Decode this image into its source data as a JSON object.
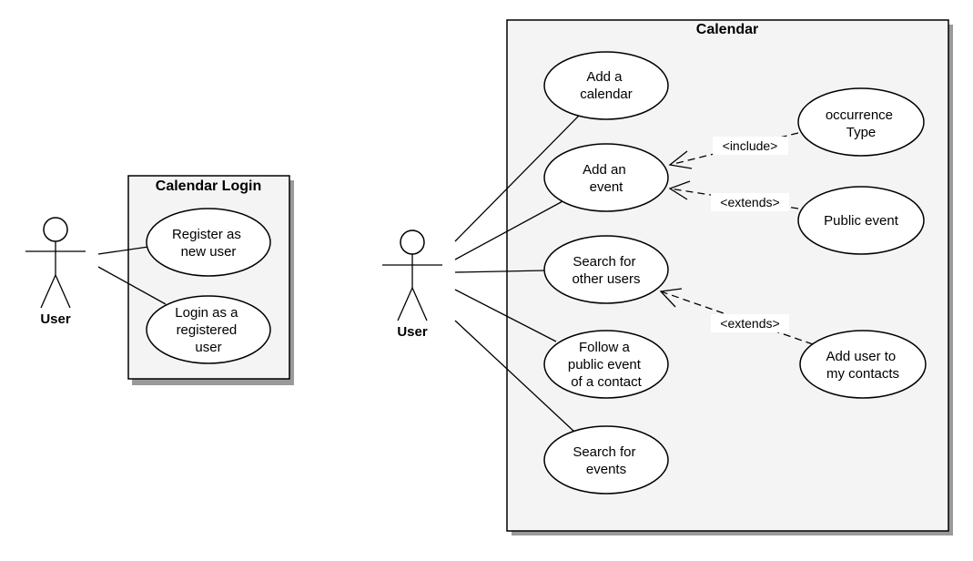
{
  "systems": {
    "login": {
      "title": "Calendar Login"
    },
    "calendar": {
      "title": "Calendar"
    }
  },
  "actors": {
    "login_user": {
      "label": "User"
    },
    "calendar_user": {
      "label": "User"
    }
  },
  "use_cases": {
    "register": [
      "Register as",
      "new user"
    ],
    "login": [
      "Login as a",
      "registered",
      "user"
    ],
    "add_calendar": [
      "Add a",
      "calendar"
    ],
    "add_event": [
      "Add an",
      "event"
    ],
    "occurrence_type": [
      "occurrence",
      "Type"
    ],
    "public_event": [
      "Public event"
    ],
    "search_users": [
      "Search for",
      "other users"
    ],
    "add_contact": [
      "Add user to",
      "my contacts"
    ],
    "follow_public_event": [
      "Follow a",
      "public event",
      "of a contact"
    ],
    "search_events": [
      "Search for",
      "events"
    ]
  },
  "relations": {
    "include": "<include>",
    "extends_public_event": "<extends>",
    "extends_add_contact": "<extends>"
  }
}
